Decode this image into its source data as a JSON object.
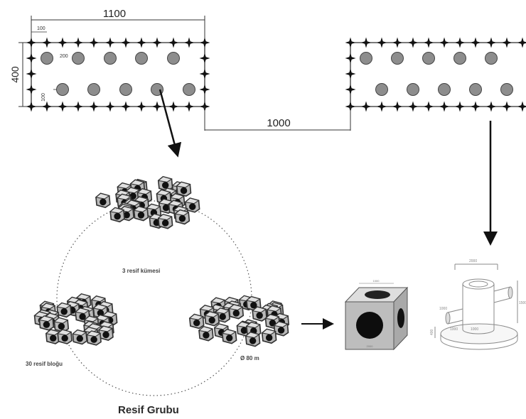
{
  "dimensions": {
    "width_label": "1100",
    "spacing_label": "100",
    "circle_spacing_label": "200",
    "height_label": "400",
    "side_spacing_label": "100",
    "gap_label": "1000"
  },
  "cluster": {
    "group_label": "3 resif kümesi",
    "block_label": "30 resif bloğu",
    "diameter_label": "Ø 80 m",
    "caption": "Resif Grubu"
  },
  "cube_dim_label": "1000",
  "cube_bottom_label": "2000",
  "tower_labels": {
    "top": "2000",
    "right": "1500",
    "left_arm": "1000",
    "bottom_a": "1000",
    "bottom_b": "1000",
    "base_side": "400"
  }
}
